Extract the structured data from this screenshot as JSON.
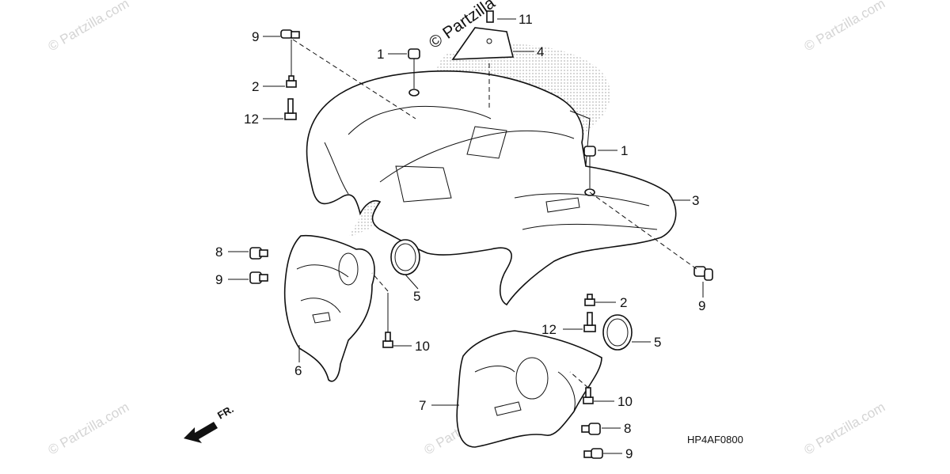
{
  "diagram": {
    "code": "HP4AF0800",
    "direction_label": "FR.",
    "watermark": "© Partzilla.com",
    "watermark_top": "© Partzilla",
    "callouts": [
      "1",
      "1",
      "2",
      "2",
      "3",
      "4",
      "5",
      "5",
      "6",
      "7",
      "8",
      "8",
      "9",
      "9",
      "9",
      "9",
      "10",
      "10",
      "11",
      "12",
      "12"
    ],
    "colors": {
      "line": "#111111",
      "watermark": "#d4d4d4",
      "background": "#ffffff"
    }
  }
}
